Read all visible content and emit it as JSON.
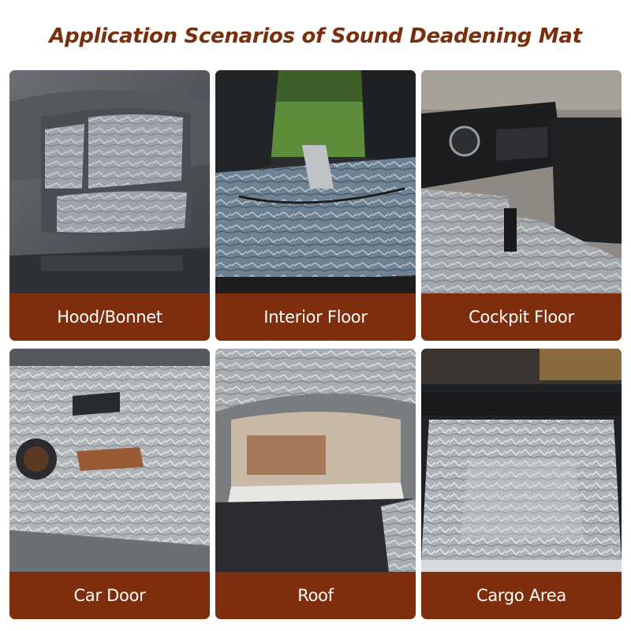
{
  "title": "Application Scenarios of Sound Deadening Mat",
  "accent_color": "#7e2e0c",
  "title_color": "#7a2e0c",
  "scenarios": [
    {
      "label": "Hood/Bonnet"
    },
    {
      "label": "Interior Floor"
    },
    {
      "label": "Cockpit Floor"
    },
    {
      "label": "Car Door"
    },
    {
      "label": "Roof"
    },
    {
      "label": "Cargo Area"
    }
  ]
}
